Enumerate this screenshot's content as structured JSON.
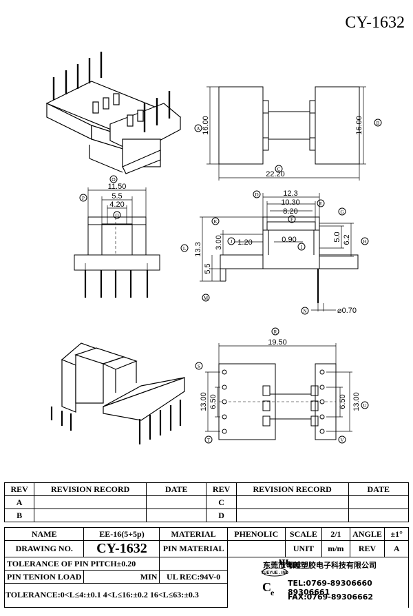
{
  "drawing_title": "CY-1632",
  "dimensions": {
    "A": "16.00",
    "B": "16.00",
    "C": "22.20",
    "w_11_50": "11.50",
    "w_5_5": "5.5",
    "w_4_20": "4.20",
    "w_12_3": "12.3",
    "w_10_30": "10.30",
    "w_8_20": "8.20",
    "h_13_3": "13.3",
    "h_3_00": "3.00",
    "h_1_20": "1.20",
    "h_0_90": "0.90",
    "h_5_0": "5.0",
    "h_6_2": "6.2",
    "h_5_5": "5.5",
    "pin_dia": "⌀0.70",
    "w_19_50": "19.50",
    "h_13_00_l": "13.00",
    "h_6_50_l": "6.50",
    "h_6_50_r": "6.50",
    "h_13_00_r": "13.00"
  },
  "callouts": [
    "A",
    "B",
    "C",
    "D",
    "E",
    "F",
    "G",
    "H",
    "I",
    "J",
    "K",
    "L",
    "M",
    "N",
    "O",
    "P",
    "Q",
    "R",
    "S",
    "T",
    "U",
    "V"
  ],
  "revision_table": {
    "headers": [
      "REV",
      "REVISION RECORD",
      "DATE",
      "REV",
      "REVISION RECORD",
      "DATE"
    ],
    "rows": [
      [
        "A",
        "",
        "",
        "C",
        "",
        ""
      ],
      [
        "B",
        "",
        "",
        "D",
        "",
        ""
      ]
    ]
  },
  "spec": {
    "name_label": "NAME",
    "name_value": "EE-16(5+5p)",
    "material_label": "MATERIAL",
    "material_value": "PHENOLIC",
    "scale_label": "SCALE",
    "scale_value": "2/1",
    "angle_label": "ANGLE",
    "angle_value": "±1°",
    "drawing_no_label": "DRAWING NO.",
    "drawing_no_value": "CY-1632",
    "pin_material_label": "PIN MATERIAL",
    "unit_label": "UNIT",
    "unit_value": "m/m",
    "rev_label": "REV",
    "rev_value": "A",
    "pitch_tolerance": "TOLERANCE OF PIN PITCH±0.20",
    "tension_label": "PIN TENION LOAD",
    "tension_value": "MIN",
    "ul_rec": "UL REC:94V-0",
    "tolerance_line": "TOLERANCE:0<L≤4:±0.1  4<L≤16:±0.2  16<L≤63:±0.3"
  },
  "company": {
    "name_cn": "东莞市粤越塑胶电子科技有限公司",
    "tel": "TEL:0769-89306660 89306661",
    "fax": "FAX:0769-89306662",
    "logo_text": "Ψue"
  }
}
